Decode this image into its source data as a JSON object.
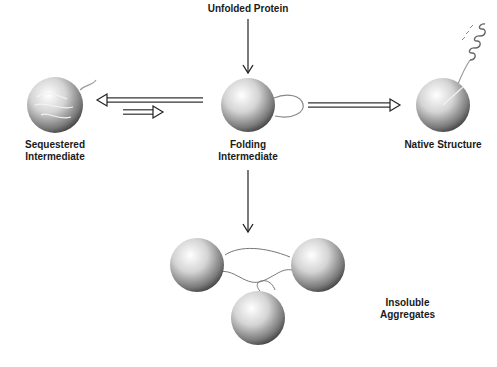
{
  "diagram": {
    "nodes": [
      {
        "text": [
          "Unfolded Protein"
        ]
      },
      {
        "text": [
          "Sequestered Intermediate"
        ]
      },
      {
        "text": [
          "Folding Intermediate"
        ]
      },
      {
        "text": [
          "Native Structure"
        ]
      },
      {
        "text": [
          "Insoluble Aggregates"
        ]
      }
    ],
    "edges": [
      {
        "from": 0,
        "to": 2,
        "arrow": "to"
      },
      {
        "from": 2,
        "to": 1,
        "arrow": "to"
      },
      {
        "from": 1,
        "to": 2,
        "arrow": "to"
      },
      {
        "from": 2,
        "to": 3,
        "arrow": "to"
      },
      {
        "from": 2,
        "to": 4,
        "arrow": "to"
      }
    ]
  }
}
